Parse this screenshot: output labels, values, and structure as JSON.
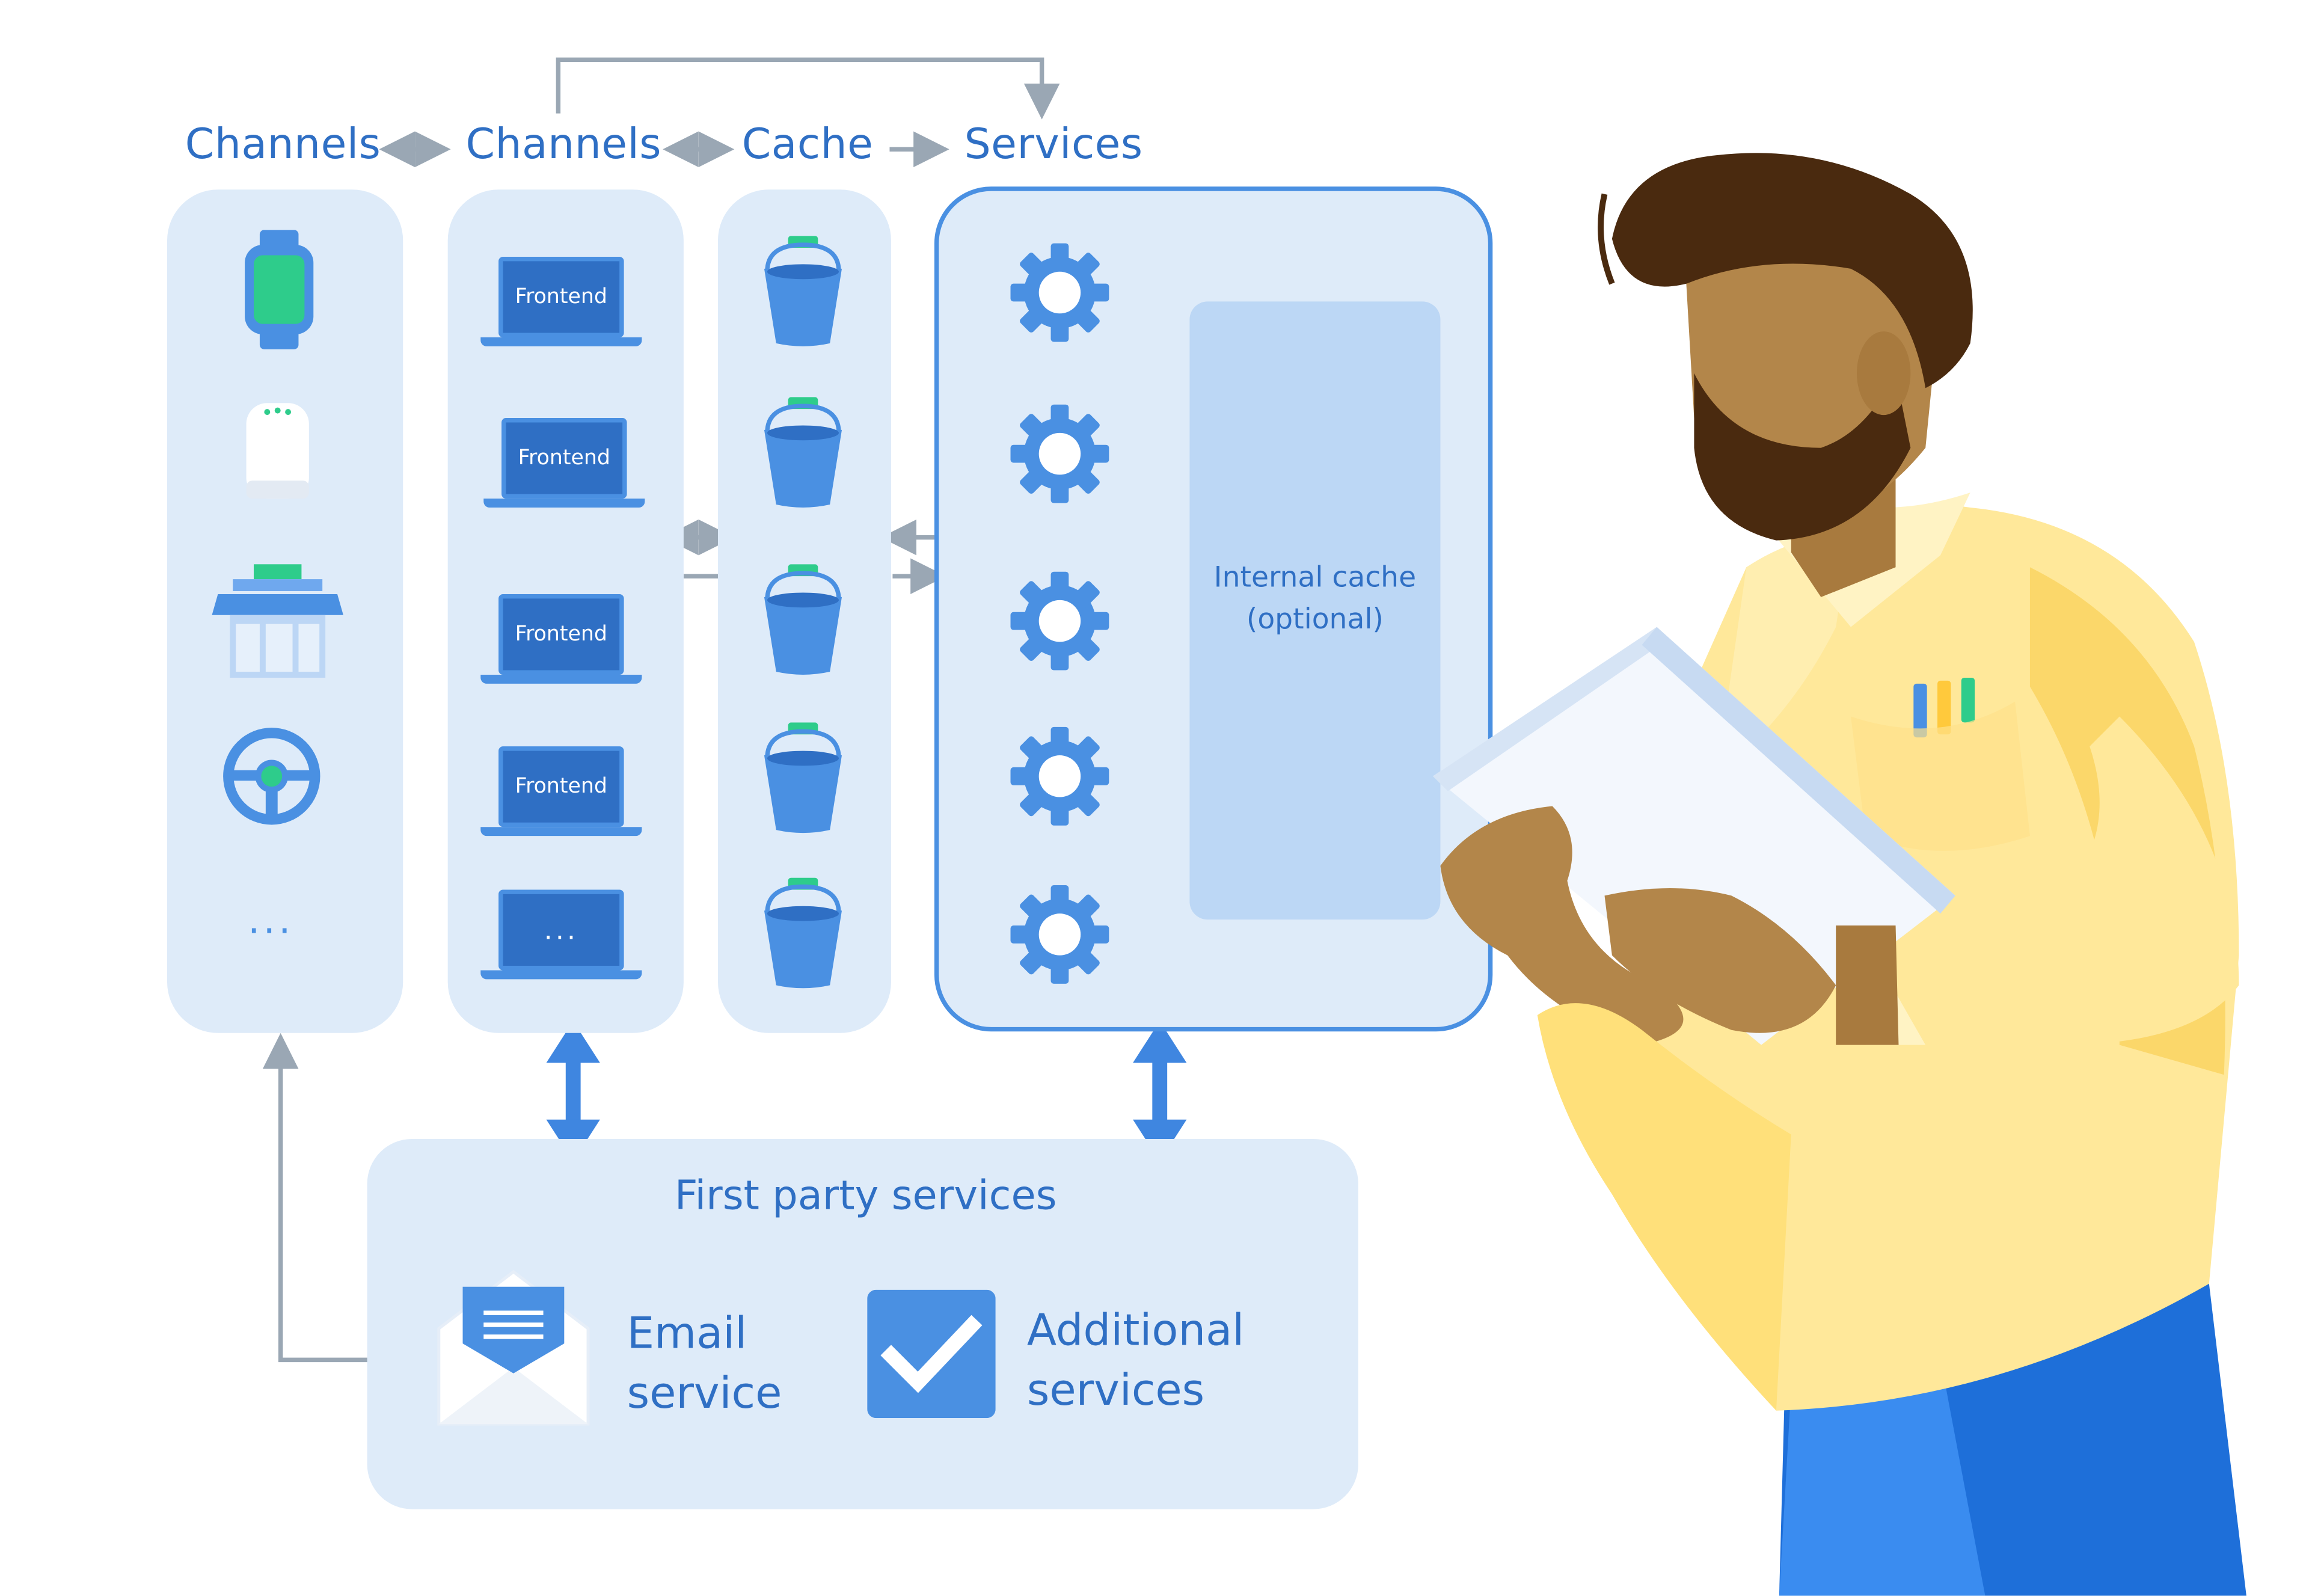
{
  "headers": {
    "channels_1": "Channels",
    "channels_2": "Channels",
    "cache": "Cache",
    "services": "Services"
  },
  "frontends": [
    "Frontend",
    "Frontend",
    "Frontend",
    "Frontend",
    "..."
  ],
  "internal_cache": {
    "line1": "Internal cache",
    "line2": "(optional)"
  },
  "channels_more": "...",
  "first_party": {
    "title": "First party services",
    "email_line1": "Email",
    "email_line2": "service",
    "additional_line1": "Additional",
    "additional_line2": "services"
  },
  "icons": {
    "channel_items": [
      "smartwatch-icon",
      "smart-speaker-icon",
      "storefront-icon",
      "steering-wheel-icon"
    ],
    "cache_items": "bucket-icon",
    "service_items": "gear-icon",
    "email": "envelope-icon",
    "additional": "checkmark-icon"
  },
  "colors": {
    "panel": "#deebf9",
    "accent": "#2f6fc4",
    "icon_blue": "#4a90e2",
    "green": "#2ecc8b",
    "shirt": "#ffe89a",
    "skin": "#b3864a",
    "hair": "#4a2a0f",
    "pants": "#1e6fd9"
  }
}
